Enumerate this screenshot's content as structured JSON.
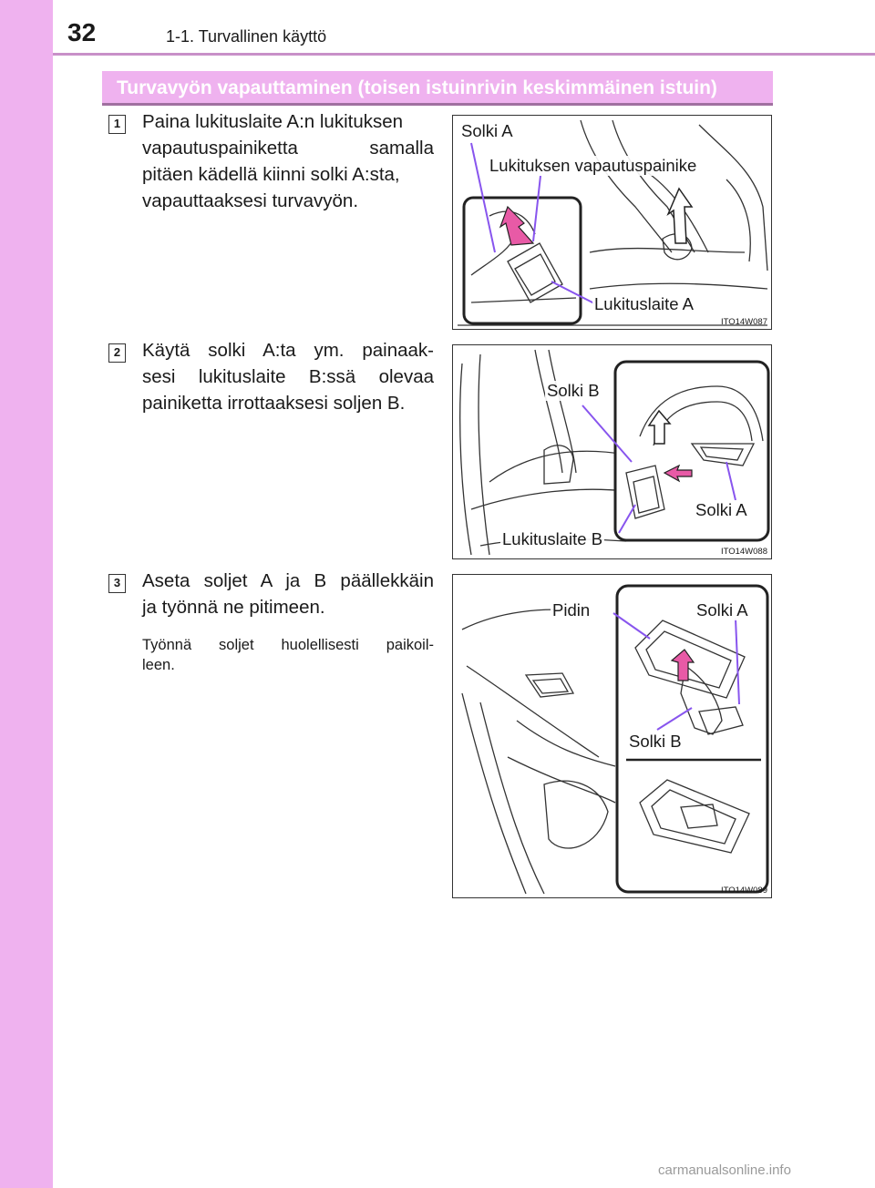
{
  "header": {
    "page_number": "32",
    "section": "1-1. Turvallinen käyttö"
  },
  "section_title": "Turvavyön vapauttaminen (toisen istuinrivin keskimmäinen istuin)",
  "steps": [
    {
      "number": "1",
      "lines": [
        "Paina lukituslaite A:n lukituksen",
        "vapautuspainiketta samalla",
        "pitäen kädellä kiinni solki A:sta,",
        "vapauttaaksesi turvavyön."
      ]
    },
    {
      "number": "2",
      "lines": [
        "Käytä solki A:ta ym. painaak-",
        "sesi lukituslaite B:ssä olevaa",
        "painiketta irrottaaksesi soljen B."
      ]
    },
    {
      "number": "3",
      "lines": [
        "Aseta soljet A ja B päällekkäin",
        "ja työnnä ne pitimeen."
      ],
      "note_lines": [
        "Työnnä soljet huolellisesti paikoil-",
        "leen."
      ]
    }
  ],
  "figures": [
    {
      "code": "ITO14W087",
      "labels": {
        "buckle_a": "Solki A",
        "release_button": "Lukituksen vapautuspainike",
        "lock_a": "Lukituslaite A"
      }
    },
    {
      "code": "ITO14W088",
      "labels": {
        "buckle_b": "Solki B",
        "buckle_a": "Solki A",
        "lock_b": "Lukituslaite B"
      }
    },
    {
      "code": "ITO14W089",
      "labels": {
        "holder": "Pidin",
        "buckle_a": "Solki A",
        "buckle_b": "Solki B"
      }
    }
  ],
  "watermark": "carmanualsonline.info",
  "colors": {
    "accent": "#efb2ef",
    "callout": "#8855ee",
    "arrow": "#e85aa6"
  }
}
